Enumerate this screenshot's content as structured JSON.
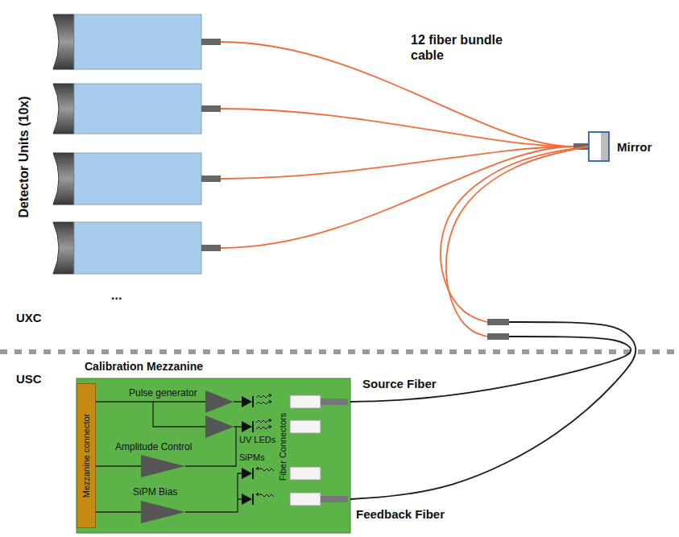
{
  "diagram": {
    "nodes": [
      {
        "text": [
          "Mirror"
        ]
      },
      {
        "text": [
          "Calibration Mezzanine"
        ]
      },
      {
        "text": [
          "Mezzanine connector"
        ],
        "in": 1
      }
    ],
    "edges": [
      {
        "from": 1,
        "to": 0,
        "arrow": "none",
        "label": "Source Fiber"
      },
      {
        "from": 1,
        "to": 0,
        "arrow": "none",
        "label": "Feedback Fiber"
      }
    ],
    "labels": [
      "12 fiber bundle cable",
      "Detector Units (10x)",
      "...",
      "UXC",
      "USC",
      "Pulse generator",
      "Amplitude Control",
      "SiPM Bias",
      "UV LEDs",
      "SiPMs",
      "Fiber Connectors"
    ]
  }
}
